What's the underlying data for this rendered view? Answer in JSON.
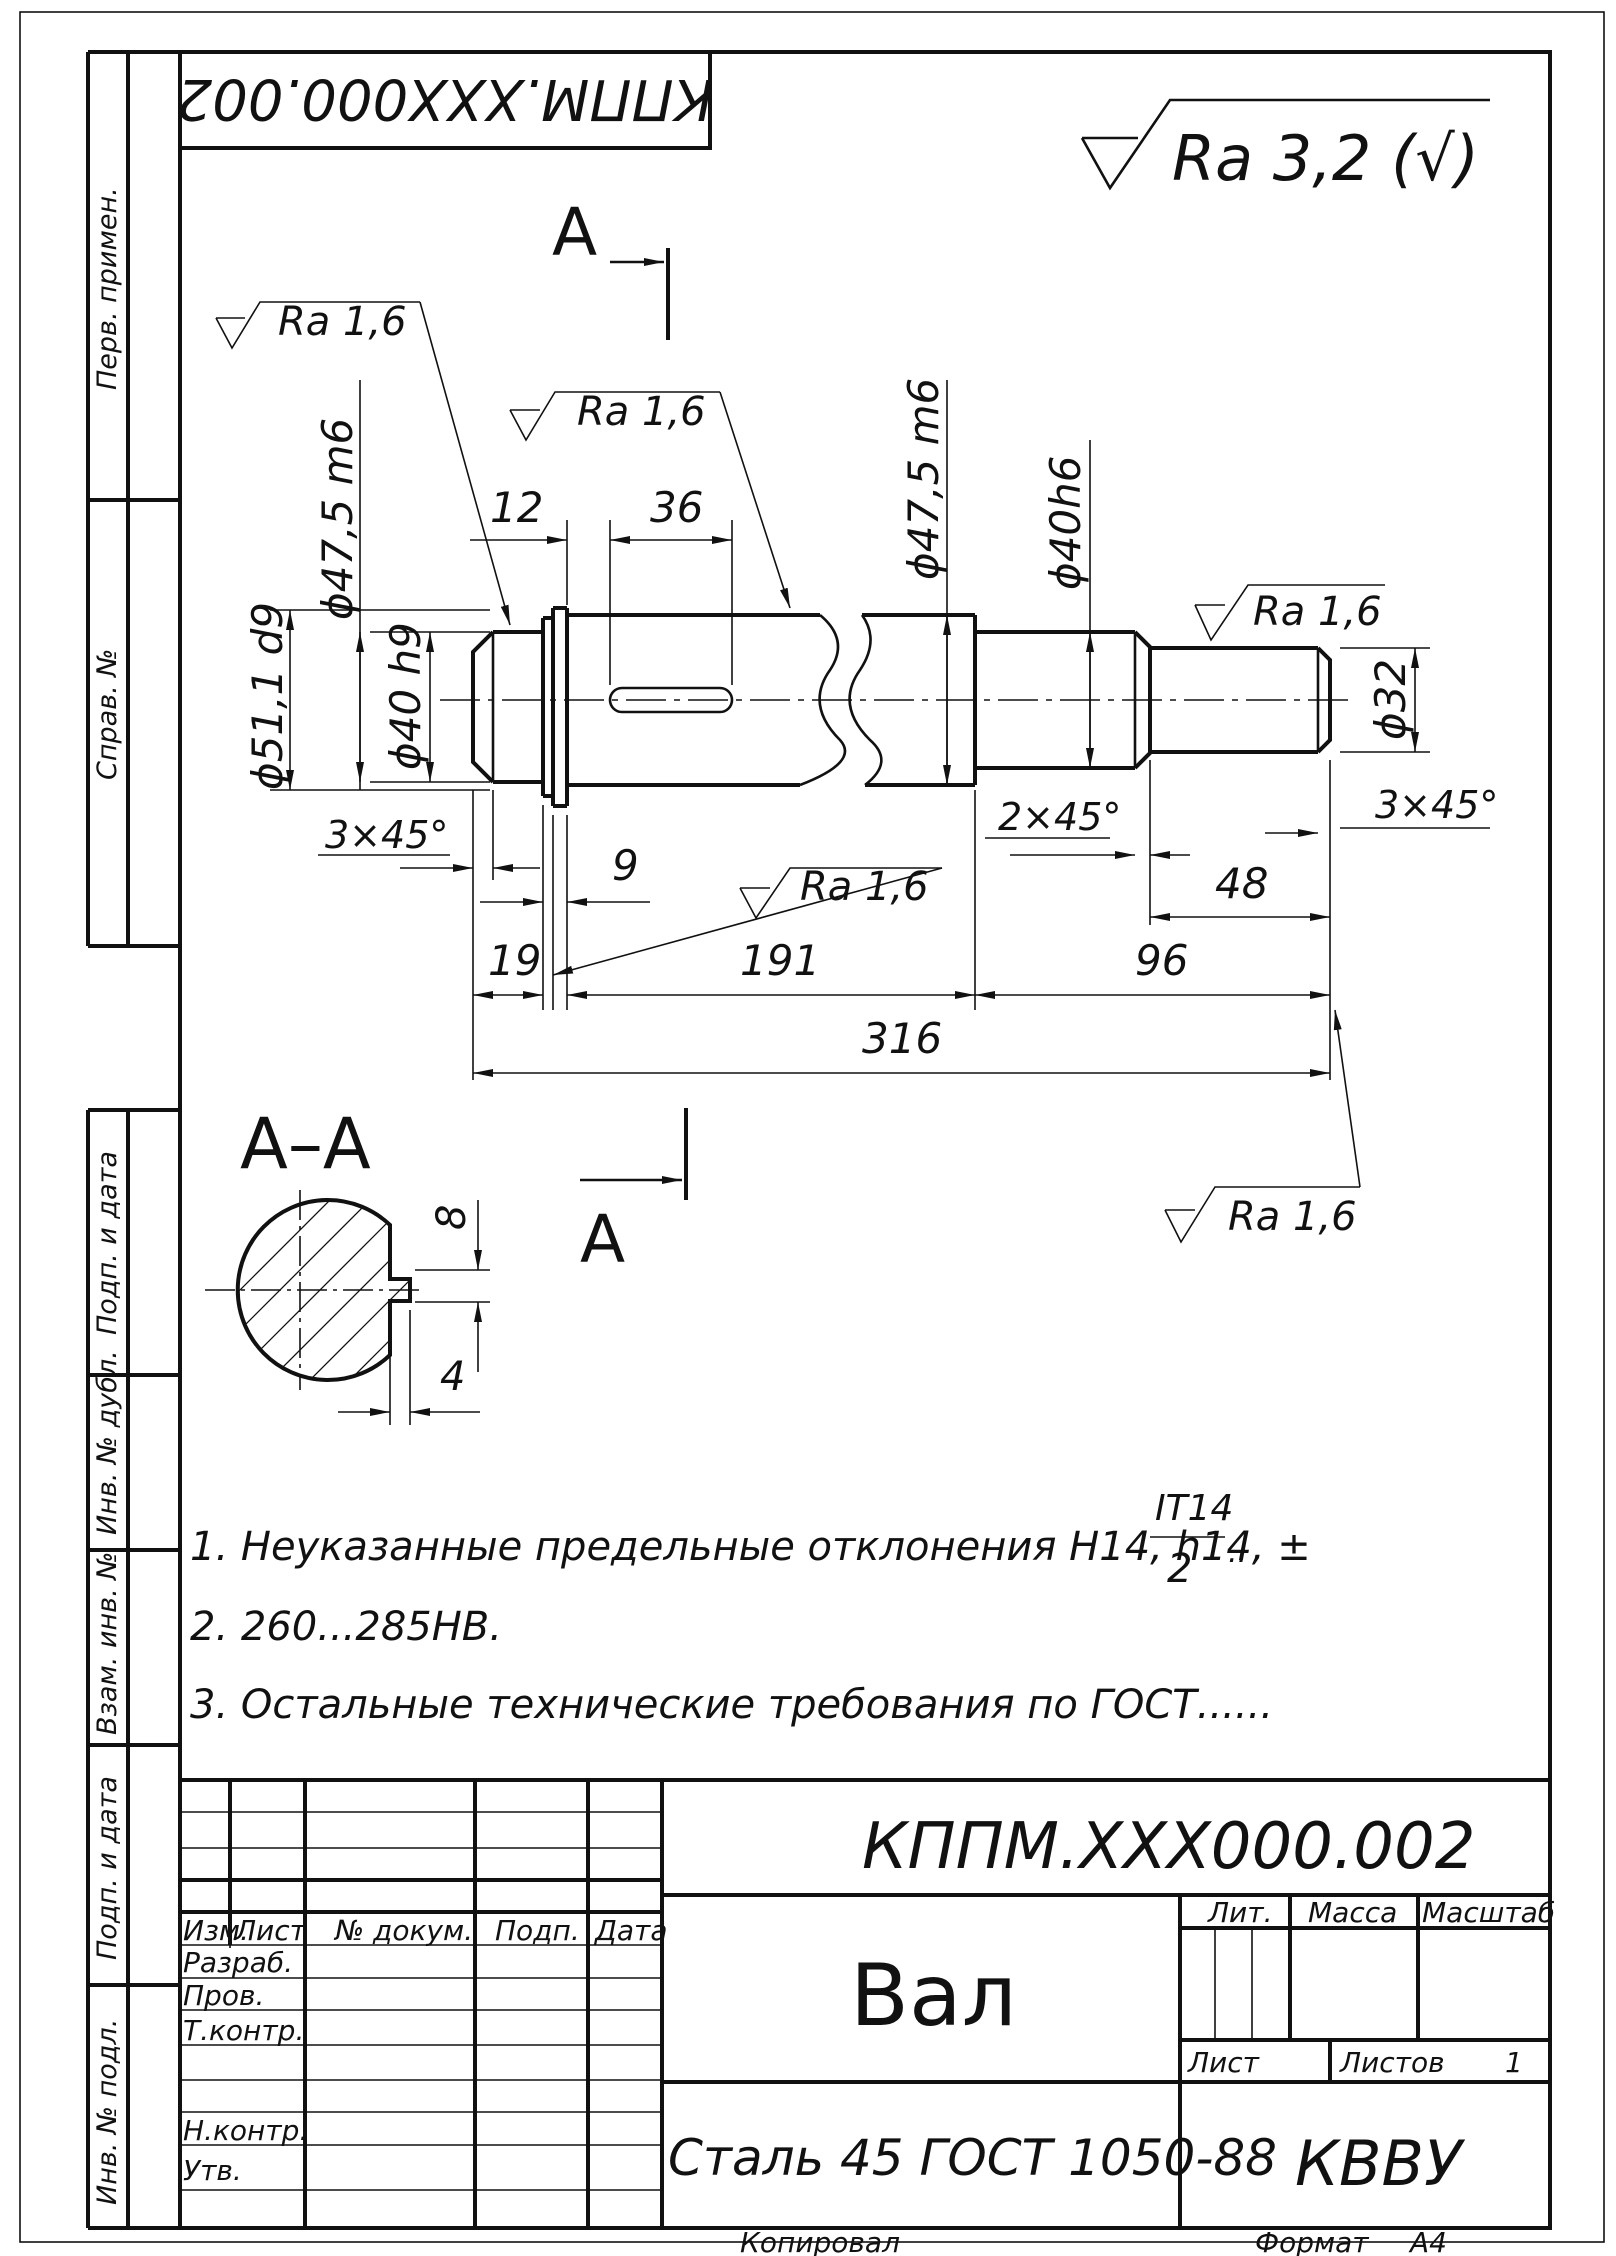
{
  "frame_strip": {
    "perv_primen": "Перв. примен.",
    "sprav_no": "Справ. №",
    "podp_data_1": "Подп. и дата",
    "inv_dubl": "Инв. № дубл.",
    "vzam_inv": "Взам. инв. №",
    "podp_data_2": "Подп. и дата",
    "inv_podl": "Инв. № подл."
  },
  "doc_code_rotated": "КППМ.ХХХ000.002",
  "general_roughness": "Ra 3,2 (√)",
  "section_marks": {
    "top_letter": "А",
    "bottom_letter": "А",
    "section_title": "А–А"
  },
  "roughness_labels": {
    "r1": "Ra 1,6",
    "r2": "Ra 1,6",
    "r3": "Ra 1,6",
    "r4": "Ra 1,6",
    "r5": "Ra 1,6"
  },
  "diameters": {
    "d_51_1": "ϕ51,1 d9",
    "d_40_h9": "ϕ40 h9",
    "d_47_5_left": "ϕ47,5 m6",
    "d_47_5_right": "ϕ47,5 m6",
    "d_40_h6": "ϕ40h6",
    "d_32": "ϕ32"
  },
  "dimensions": {
    "d12": "12",
    "d36": "36",
    "d9": "9",
    "d19": "19",
    "d191": "191",
    "d96": "96",
    "d48": "48",
    "d316": "316",
    "chamfer_left": "3×45°",
    "chamfer_mid": "2×45°",
    "chamfer_right": "3×45°",
    "sec_8": "8",
    "sec_4": "4"
  },
  "notes": {
    "n1": "1. Неуказанные предельные отклонения H14, h14, ±",
    "n1_num": "IT14",
    "n1_den": "2",
    "n1_tail": "..",
    "n2": "2. 260...285HB.",
    "n3": "3. Остальные технические требования по ГОСТ......"
  },
  "title_block": {
    "doc_code": "КППМ.ХХХ000.002",
    "name": "Вал",
    "material": "Сталь 45 ГОСТ 1050-88",
    "org": "КВВУ",
    "col_izm": "Изм.",
    "col_list": "Лист",
    "col_doc": "№ докум.",
    "col_podp": "Подп.",
    "col_data": "Дата",
    "razrab": "Разраб.",
    "prov": "Пров.",
    "tkontr": "Т.контр.",
    "nkontr": "Н.контр.",
    "utv": "Утв.",
    "lit": "Лит.",
    "massa": "Масса",
    "masshtab": "Масштаб",
    "list": "Лист",
    "listov": "Листов",
    "listov_val": "1"
  },
  "footer": {
    "kopiroval": "Копировал",
    "format": "Формат",
    "format_val": "А4"
  }
}
